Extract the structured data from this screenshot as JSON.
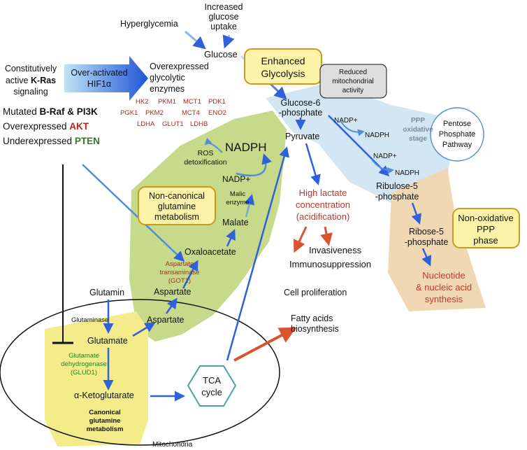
{
  "stimuli": {
    "hyperglycemia": "Hyperglycemia",
    "increased_uptake": [
      "Increased",
      "glucose",
      "uptake"
    ],
    "kras": [
      "Constitutively",
      "active",
      "K-Ras",
      "signaling"
    ],
    "hif_arrow": [
      "Over-activated",
      "HIF1α"
    ],
    "overexpressed_enzymes": [
      "Overexpressed",
      "glycolytic",
      "enzymes"
    ],
    "enzymes_row1": [
      "HK2",
      "PKM1",
      "MCT1",
      "PDK1"
    ],
    "enzymes_row2": [
      "PGK1",
      "PKM2",
      "MCT4",
      "ENO2"
    ],
    "enzymes_row3": [
      "LDHA",
      "GLUT1",
      "LDHB"
    ],
    "mutated_prefix": "Mutated ",
    "mutated_genes": "B-Raf & PI3K",
    "akt_prefix": "Overexpressed ",
    "akt": "AKT",
    "pten_prefix": "Underexpressed ",
    "pten": "PTEN"
  },
  "glycolysis": {
    "glucose": "Glucose",
    "enhanced": [
      "Enhanced",
      "Glycolysis"
    ],
    "reduced_mito": [
      "Reduced",
      "mitochondrial",
      "activity"
    ],
    "g6p": [
      "Glucose-6",
      "-phosphate"
    ],
    "pyruvate": "Pyruvate",
    "lactate": [
      "High lactate",
      "concentration",
      "(acidification)"
    ],
    "invasiveness": "Invasiveness",
    "immunosuppression": "Immunosuppression",
    "cell_proliferation": "Cell proliferation",
    "fatty_acids": [
      "Fatty acids",
      "biosynthesis"
    ]
  },
  "ppp": {
    "nadp1": "NADP+",
    "nadph1": "NADPH",
    "nadp2": "NADP+",
    "nadph2": "NADPH",
    "oxidative_stage": [
      "PPP",
      "oxidative",
      "stage"
    ],
    "pathway": [
      "Pentose",
      "Phosphate",
      "Pathway"
    ],
    "ru5p": [
      "Ribulose-5",
      "-phosphate"
    ],
    "r5p": [
      "Ribose-5",
      "-phosphate"
    ],
    "non_oxidative": [
      "Non-oxidative",
      "PPP",
      "phase"
    ],
    "nucleotide": [
      "Nucleotide",
      "& nucleic acid",
      "synthesis"
    ]
  },
  "noncanonical": {
    "ros": [
      "ROS",
      "detoxification"
    ],
    "nadph": "NADPH",
    "nadp": "NADP+",
    "malic": [
      "Malic",
      "enzyme"
    ],
    "label": [
      "Non-canonical",
      "glutamine",
      "metabolism"
    ],
    "malate": "Malate",
    "oxaloacetate": "Oxaloacetate",
    "got1": [
      "Aspartate",
      "transaminase",
      "(GOT1)"
    ],
    "aspartate": "Aspartate"
  },
  "mitochondria": {
    "glutamin": "Glutamin",
    "glutaminase": "Glutaminase",
    "aspartate": "Aspartate",
    "glutamate": "Glutamate",
    "glud1": [
      "Glutamate",
      "dehydrogenase",
      "(GLUD1)"
    ],
    "akg": "α-Ketoglutarate",
    "tca": [
      "TCA",
      "cycle"
    ],
    "canonical": [
      "Canonical",
      "glutamine",
      "metabolism"
    ],
    "label": "Mitochondria"
  },
  "colors": {
    "green_region": "#c7d98a",
    "yellow_region": "#f4ec8a",
    "blue_region": "#d3e6f3",
    "tan_region": "#f1d8b4",
    "box_border": "#c89b1a",
    "box_fill": "#fdf3a8",
    "red_text": "#b3261e",
    "green_text": "#2f7d1f",
    "arrow_blue": "#2f62d9"
  }
}
